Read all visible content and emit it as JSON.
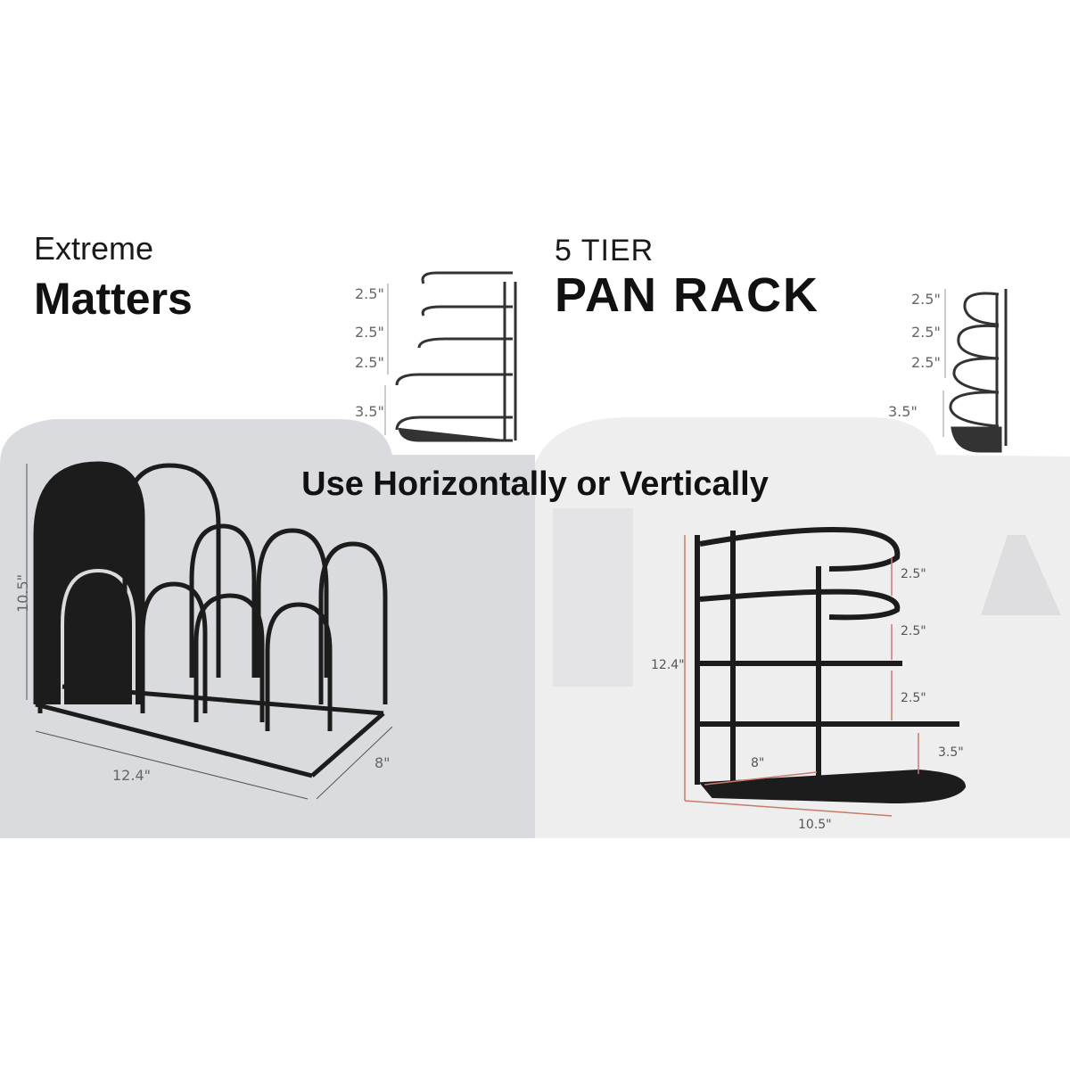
{
  "headline": {
    "line1": "Extreme",
    "line2": "Matters"
  },
  "product": {
    "line1": "5 TIER",
    "line2": "PAN RACK"
  },
  "banner": "Use Horizontally or Vertically",
  "small_diagram_left": {
    "dims": [
      "2.5\"",
      "2.5\"",
      "2.5\"",
      "3.5\""
    ]
  },
  "small_diagram_right": {
    "dims": [
      "2.5\"",
      "2.5\"",
      "2.5\"",
      "3.5\""
    ]
  },
  "horizontal": {
    "height": "10.5\"",
    "length": "12.4\"",
    "depth": "8\""
  },
  "vertical": {
    "gaps": [
      "2.5\"",
      "2.5\"",
      "2.5\"",
      "3.5\""
    ],
    "height": "12.4\"",
    "depth": "8\"",
    "width": "10.5\""
  },
  "colors": {
    "panel": "#d8dadd",
    "rack": "#1c1c1c",
    "accent": "#c97a6a"
  }
}
